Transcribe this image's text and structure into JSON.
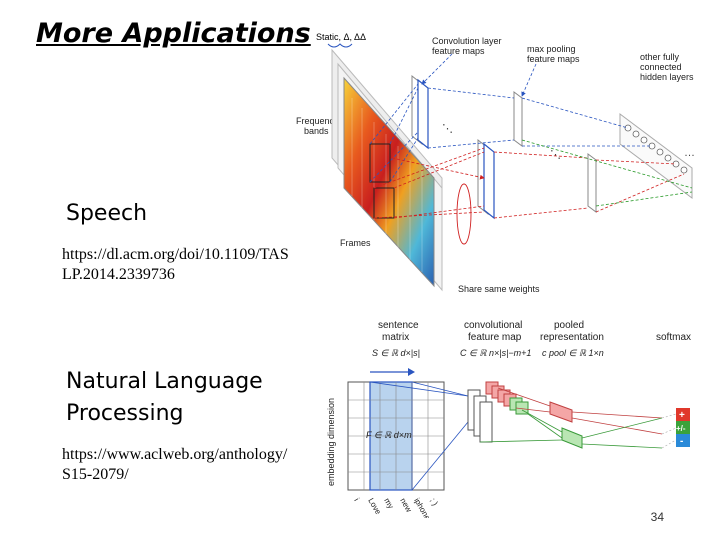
{
  "slide": {
    "title": "More Applications",
    "page_number": "34"
  },
  "speech": {
    "heading": "Speech",
    "url": "https://dl.acm.org/doi/10.1109/TASLP.2014.2339736",
    "figure": {
      "static_label": "Static, Δ, ΔΔ",
      "conv_label": "Convolution layer feature maps",
      "pool_label": "max pooling feature maps",
      "hidden_label": "other fully connected hidden layers",
      "freq_label": "Frequency bands",
      "frames_label": "Frames",
      "share_label": "Share same weights"
    }
  },
  "nlp": {
    "heading_line1": "Natural Language",
    "heading_line2": "Processing",
    "url": "https://www.aclweb.org/anthology/S15-2079/",
    "figure": {
      "sentence_label1": "sentence",
      "sentence_label2": "matrix",
      "sentence_formula": "S ∈ ℝ d×|s|",
      "conv_label1": "convolutional",
      "conv_label2": "feature map",
      "conv_formula": "C ∈ ℝ n×|s|−m+1",
      "pooled_label1": "pooled",
      "pooled_label2": "representation",
      "pooled_formula": "c pool ∈ ℝ 1×n",
      "softmax_label": "softmax",
      "filter_formula": "F ∈ ℝ d×m",
      "embedding_label": "embedding dimension",
      "words": [
        "i",
        "Love",
        "my",
        "new",
        "iphone",
        "; )"
      ],
      "plus": "+",
      "plusminus": "+/-",
      "minus": "-"
    }
  }
}
